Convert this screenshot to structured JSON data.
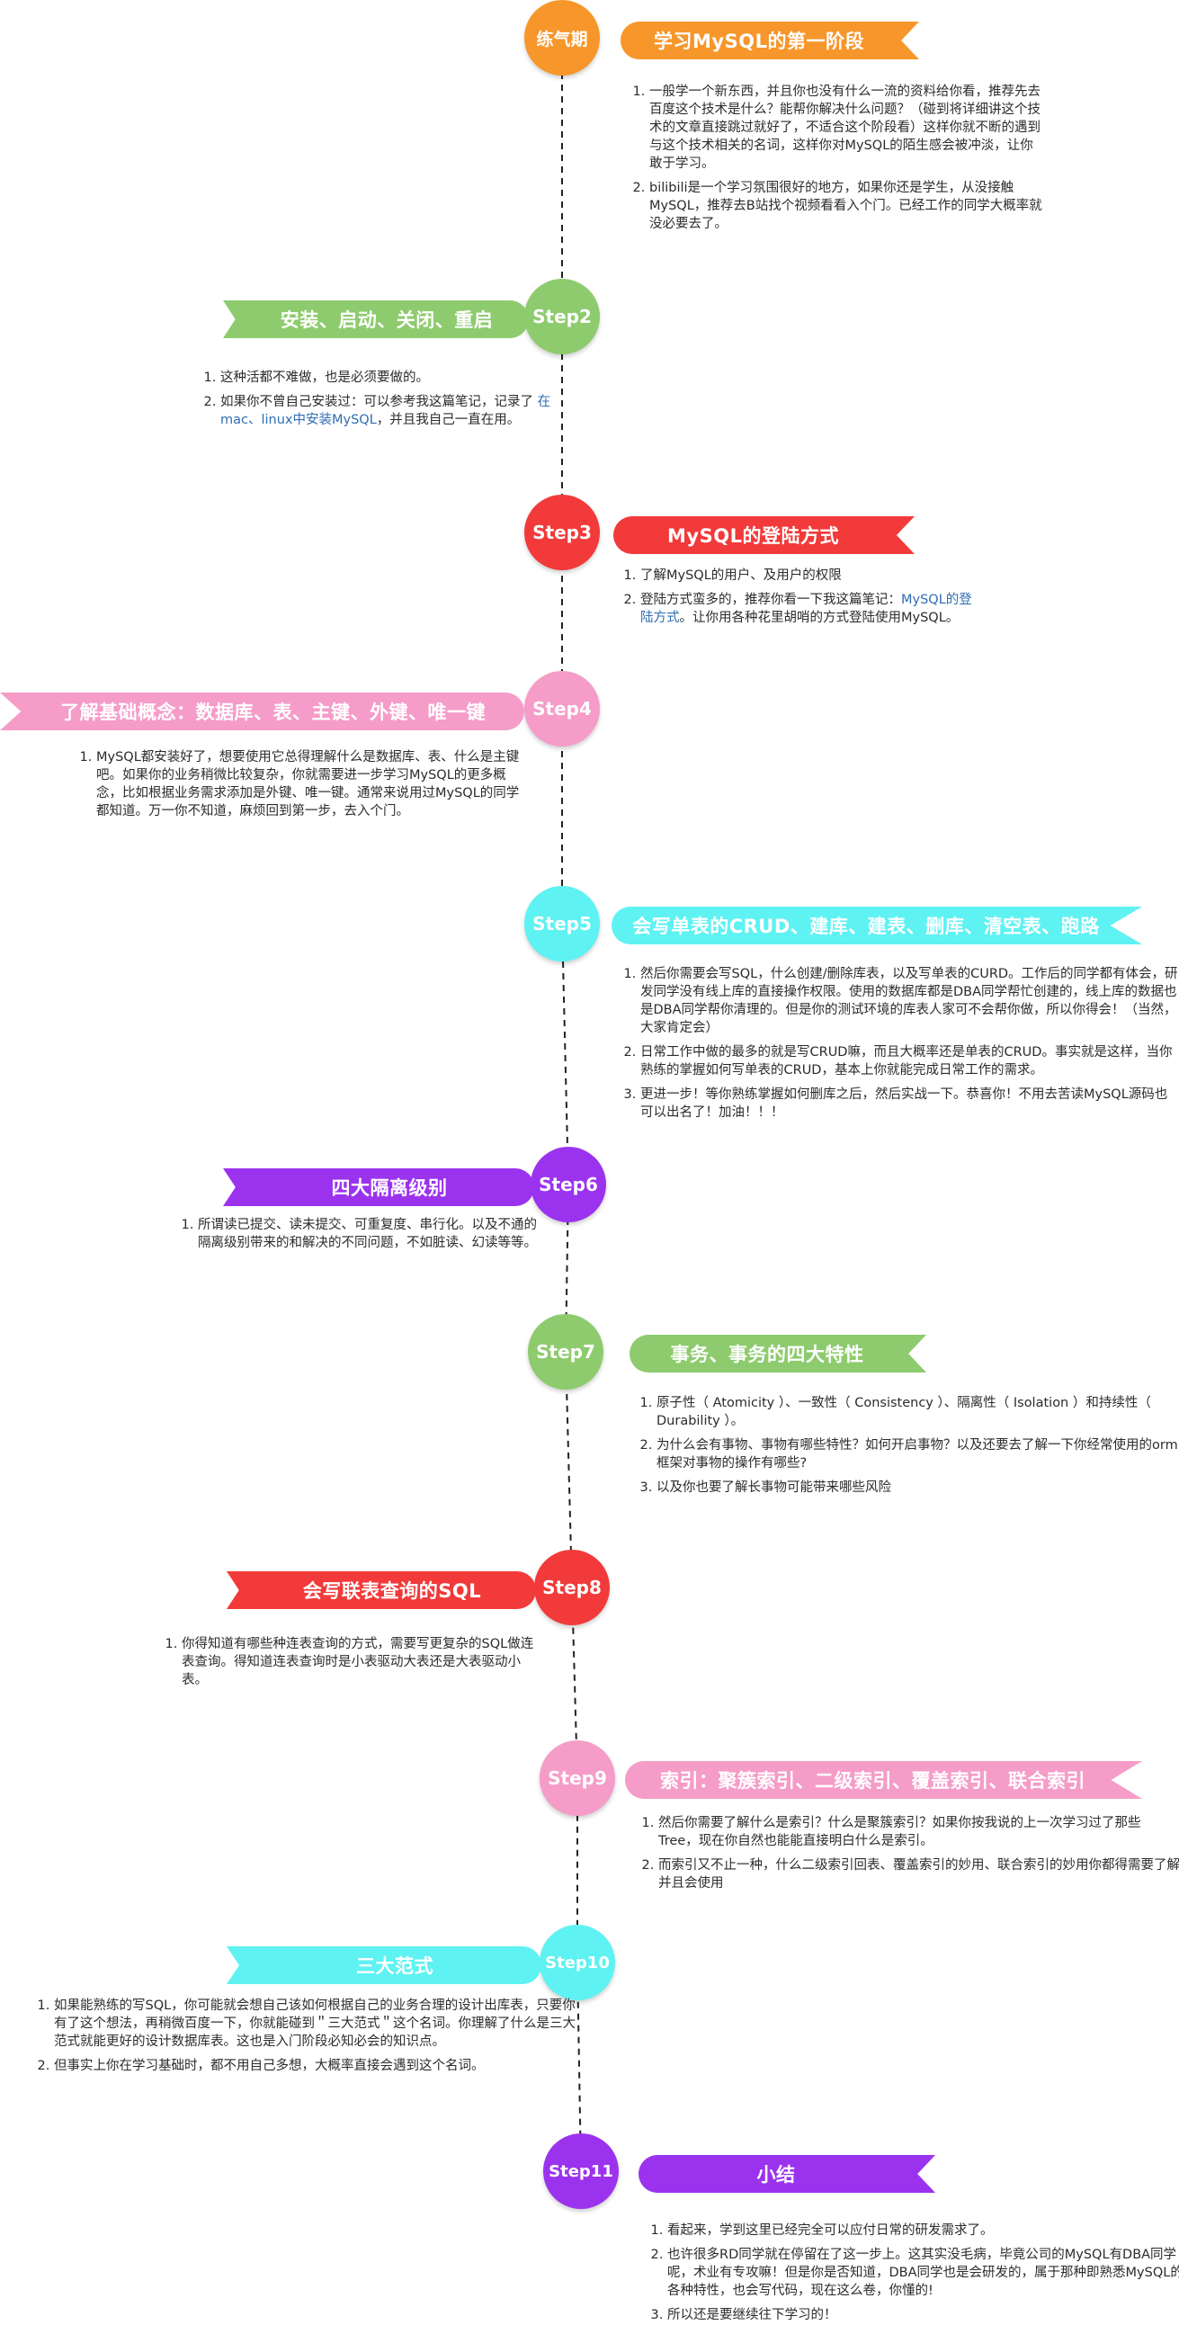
{
  "colors": {
    "orange": "#f7962a",
    "green": "#8ecb6e",
    "red": "#f23a3a",
    "pink": "#f59cc8",
    "cyan": "#5ff2f2",
    "purple": "#9b33ee",
    "line": "#222222"
  },
  "steps": [
    {
      "node": "练气期",
      "title": "学习MySQL的第一阶段",
      "color": "orange",
      "items": [
        {
          "text": "一般学一个新东西，并且你也没有什么一流的资料给你看，推荐先去百度这个技术是什么？能帮你解决什么问题？（碰到将详细讲这个技术的文章直接跳过就好了，不适合这个阶段看）这样你就不断的遇到与这个技术相关的名词，这样你对MySQL的陌生感会被冲淡，让你敢于学习。"
        },
        {
          "text": "bilibili是一个学习氛围很好的地方，如果你还是学生，从没接触MySQL，推荐去B站找个视频看看入个门。已经工作的同学大概率就没必要去了。"
        }
      ]
    },
    {
      "node": "Step2",
      "title": "安装、启动、关闭、重启",
      "color": "green",
      "items": [
        {
          "text": "这种活都不难做，也是必须要做的。"
        },
        {
          "pre": "如果你不曾自己安装过：可以参考我这篇笔记，记录了 ",
          "link": "在mac、linux中安装MySQL",
          "post": "，并且我自己一直在用。"
        }
      ]
    },
    {
      "node": "Step3",
      "title": "MySQL的登陆方式",
      "color": "red",
      "items": [
        {
          "text": "了解MySQL的用户、及用户的权限"
        },
        {
          "pre": "登陆方式蛮多的，推荐你看一下我这篇笔记：",
          "link": "MySQL的登陆方式",
          "post": "。让你用各种花里胡哨的方式登陆使用MySQL。"
        }
      ]
    },
    {
      "node": "Step4",
      "title": "了解基础概念：数据库、表、主键、外键、唯一键",
      "color": "pink",
      "items": [
        {
          "text": "MySQL都安装好了，想要使用它总得理解什么是数据库、表、什么是主键吧。如果你的业务稍微比较复杂，你就需要进一步学习MySQL的更多概念，比如根据业务需求添加是外键、唯一键。通常来说用过MySQL的同学都知道。万一你不知道，麻烦回到第一步，去入个门。"
        }
      ]
    },
    {
      "node": "Step5",
      "title": "会写单表的CRUD、建库、建表、删库、清空表、跑路",
      "color": "cyan",
      "items": [
        {
          "text": "然后你需要会写SQL，什么创建/删除库表，以及写单表的CURD。工作后的同学都有体会，研发同学没有线上库的直接操作权限。使用的数据库都是DBA同学帮忙创建的，线上库的数据也是DBA同学帮你清理的。但是你的测试环境的库表人家可不会帮你做，所以你得会！（当然，大家肯定会）"
        },
        {
          "text": "日常工作中做的最多的就是写CRUD嘛，而且大概率还是单表的CRUD。事实就是这样，当你熟练的掌握如何写单表的CRUD，基本上你就能完成日常工作的需求。"
        },
        {
          "text": "更进一步！等你熟练掌握如何删库之后，然后实战一下。恭喜你！不用去苦读MySQL源码也可以出名了！加油！！！"
        }
      ]
    },
    {
      "node": "Step6",
      "title": "四大隔离级别",
      "color": "purple",
      "items": [
        {
          "text": "所谓读已提交、读未提交、可重复度、串行化。以及不通的隔离级别带来的和解决的不同问题，不如脏读、幻读等等。"
        }
      ]
    },
    {
      "node": "Step7",
      "title": "事务、事务的四大特性",
      "color": "green",
      "items": [
        {
          "text": "原子性（ Atomicity ）、一致性（ Consistency ）、隔离性（ Isolation ）和持续性（ Durability ）。"
        },
        {
          "text": "为什么会有事物、事物有哪些特性？如何开启事物？以及还要去了解一下你经常使用的orm框架对事物的操作有哪些?"
        },
        {
          "text": "以及你也要了解长事物可能带来哪些风险"
        }
      ]
    },
    {
      "node": "Step8",
      "title": "会写联表查询的SQL",
      "color": "red",
      "items": [
        {
          "text": "你得知道有哪些种连表查询的方式，需要写更复杂的SQL做连表查询。得知道连表查询时是小表驱动大表还是大表驱动小表。"
        }
      ]
    },
    {
      "node": "Step9",
      "title": "索引：聚簇索引、二级索引、覆盖索引、联合索引",
      "color": "pink",
      "items": [
        {
          "text": "然后你需要了解什么是索引？什么是聚簇索引？如果你按我说的上一次学习过了那些Tree，现在你自然也能能直接明白什么是索引。"
        },
        {
          "text": "而索引又不止一种，什么二级索引回表、覆盖索引的妙用、联合索引的妙用你都得需要了解并且会使用"
        }
      ]
    },
    {
      "node": "Step10",
      "title": "三大范式",
      "color": "cyan",
      "items": [
        {
          "text": "如果能熟练的写SQL，你可能就会想自己该如何根据自己的业务合理的设计出库表，只要你有了这个想法，再稍微百度一下，你就能碰到＂三大范式＂这个名词。你理解了什么是三大范式就能更好的设计数据库表。这也是入门阶段必知必会的知识点。"
        },
        {
          "text": "但事实上你在学习基础时，都不用自己多想，大概率直接会遇到这个名词。"
        }
      ]
    },
    {
      "node": "Step11",
      "title": "小结",
      "color": "purple",
      "items": [
        {
          "text": "看起来，学到这里已经完全可以应付日常的研发需求了。"
        },
        {
          "text": "也许很多RD同学就在停留在了这一步上。这其实没毛病，毕竟公司的MySQL有DBA同学呢，术业有专攻嘛！但是你是否知道，DBA同学也是会研发的，属于那种即熟悉MySQL的各种特性，也会写代码，现在这么卷，你懂的!"
        },
        {
          "text": "所以还是要继续往下学习的！"
        }
      ]
    }
  ]
}
